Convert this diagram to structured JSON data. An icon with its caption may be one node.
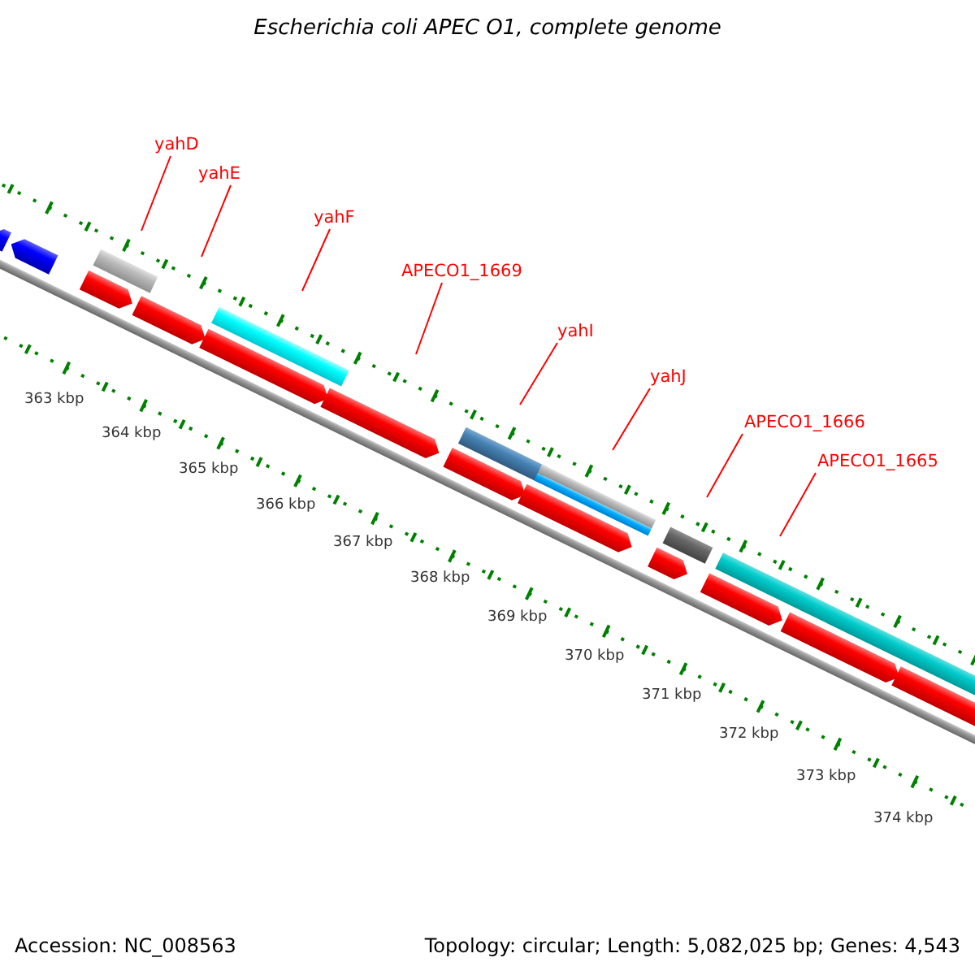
{
  "diagram": {
    "title": "Escherichia coli APEC O1, complete genome",
    "nodes": [
      {
        "text": [
          "yahD"
        ]
      },
      {
        "text": [
          "yahE"
        ]
      },
      {
        "text": [
          "yahF"
        ]
      },
      {
        "text": [
          "APECO1_1669"
        ]
      },
      {
        "text": [
          "yahI"
        ]
      },
      {
        "text": [
          "yahJ"
        ]
      },
      {
        "text": [
          "APECO1_1666"
        ]
      },
      {
        "text": [
          "APECO1_1665"
        ]
      }
    ],
    "edges": [
      {
        "from": 0,
        "to": null,
        "arrow": "none"
      },
      {
        "from": 1,
        "to": null,
        "arrow": "none"
      },
      {
        "from": 2,
        "to": null,
        "arrow": "none"
      },
      {
        "from": 3,
        "to": null,
        "arrow": "none"
      },
      {
        "from": 4,
        "to": null,
        "arrow": "none"
      },
      {
        "from": 5,
        "to": null,
        "arrow": "none"
      },
      {
        "from": 6,
        "to": null,
        "arrow": "none"
      },
      {
        "from": 7,
        "to": null,
        "arrow": "none"
      }
    ],
    "labels": [
      "363 kbp",
      "364 kbp",
      "365 kbp",
      "366 kbp",
      "367 kbp",
      "368 kbp",
      "369 kbp",
      "370 kbp",
      "371 kbp",
      "372 kbp",
      "373 kbp",
      "374 kbp",
      "Accession: NC_008563",
      "Topology: circular; Length: 5,082,025 bp; Genes: 4,543"
    ]
  }
}
